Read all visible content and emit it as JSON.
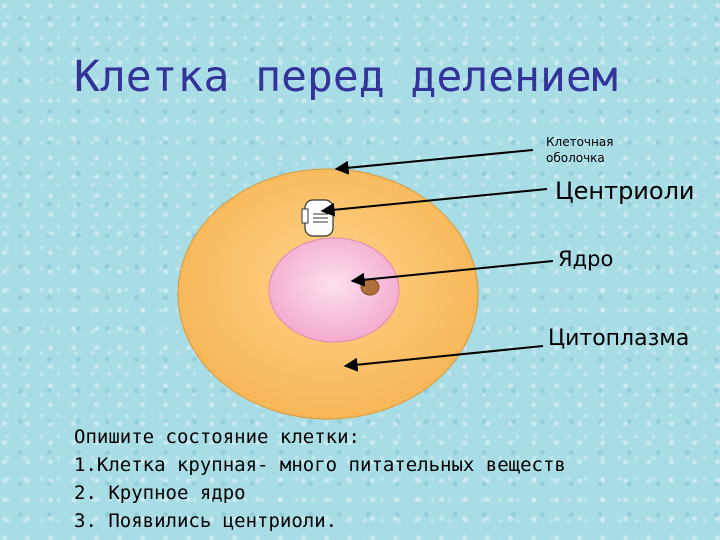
{
  "title": "Клетка перед делением",
  "labels": {
    "membrane_line1": "Клеточная",
    "membrane_line2": "оболочка",
    "centrioles": "Центриоли",
    "nucleus": "Ядро",
    "cytoplasm": "Цитоплазма"
  },
  "questions": {
    "heading": "Опишите состояние клетки:",
    "items": [
      "1.Клетка крупная- много питательных веществ",
      "2. Крупное ядро",
      "3. Появились центриоли."
    ]
  },
  "colors": {
    "background": "#a9dde6",
    "cytoplasm": "#fbc36a",
    "nucleus": "#f6b9d6",
    "nucleolus": "#b0703a",
    "title": "#333399"
  }
}
